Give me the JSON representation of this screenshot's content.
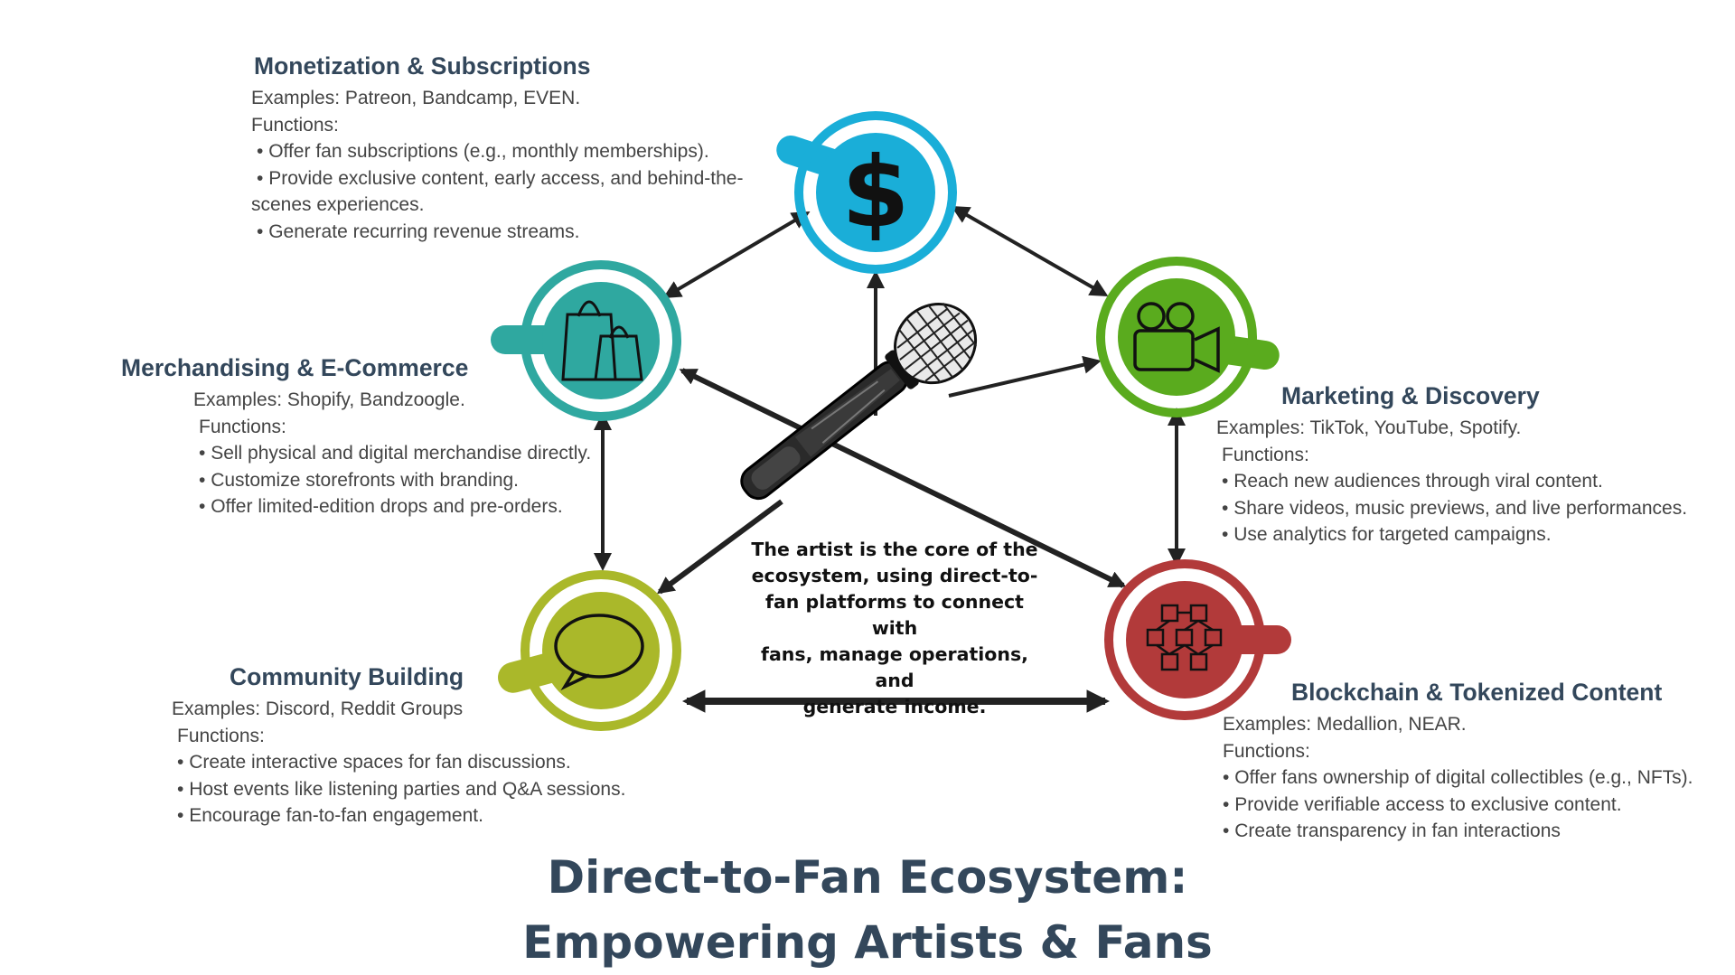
{
  "colors": {
    "monetization": "#1aaed8",
    "merch": "#2fa8a0",
    "marketing": "#5aab1e",
    "community": "#aab82a",
    "blockchain": "#b23a3a",
    "heading": "#33475b"
  },
  "icons": {
    "monetization": "dollar-icon",
    "merch": "shopping-bags-icon",
    "marketing": "video-camera-icon",
    "community": "speech-bubble-icon",
    "blockchain": "blockchain-cubes-icon",
    "center": "microphone-icon"
  },
  "monetization": {
    "title": "Monetization & Subscriptions",
    "examples": "Examples: Patreon, Bandcamp, EVEN.",
    "functions_label": "Functions:",
    "items": [
      "Offer fan subscriptions (e.g., monthly memberships).",
      "Provide exclusive content, early access, and behind-the-",
      "Generate recurring revenue streams."
    ],
    "item_cont": "scenes experiences."
  },
  "merch": {
    "title": "Merchandising & E-Commerce",
    "examples": "Examples: Shopify, Bandzoogle.",
    "functions_label": "Functions:",
    "items": [
      "Sell physical and digital merchandise directly.",
      "Customize storefronts with branding.",
      "Offer limited-edition drops and pre-orders."
    ]
  },
  "marketing": {
    "title": "Marketing & Discovery",
    "examples": "Examples: TikTok, YouTube, Spotify.",
    "functions_label": "Functions:",
    "items": [
      "Reach new audiences through viral content.",
      "Share videos, music previews, and live performances.",
      "Use analytics for targeted campaigns."
    ]
  },
  "community": {
    "title": "Community Building",
    "examples": "Examples: Discord, Reddit Groups",
    "functions_label": "Functions:",
    "items": [
      "Create interactive spaces for fan discussions.",
      "Host events like listening parties and Q&A sessions.",
      "Encourage fan-to-fan engagement."
    ]
  },
  "blockchain": {
    "title": "Blockchain & Tokenized Content",
    "examples": "Examples: Medallion, NEAR.",
    "functions_label": "Functions:",
    "items": [
      "Offer fans ownership of digital collectibles (e.g., NFTs).",
      "Provide verifiable access to exclusive content.",
      "Create transparency in fan interactions"
    ]
  },
  "center": {
    "lines": [
      "The artist is the core of the",
      "ecosystem, using direct-to-",
      "fan platforms to connect with",
      "fans, manage operations, and",
      "generate income."
    ]
  },
  "main_title": {
    "line1": "Direct-to-Fan Ecosystem:",
    "line2": "Empowering Artists & Fans"
  }
}
